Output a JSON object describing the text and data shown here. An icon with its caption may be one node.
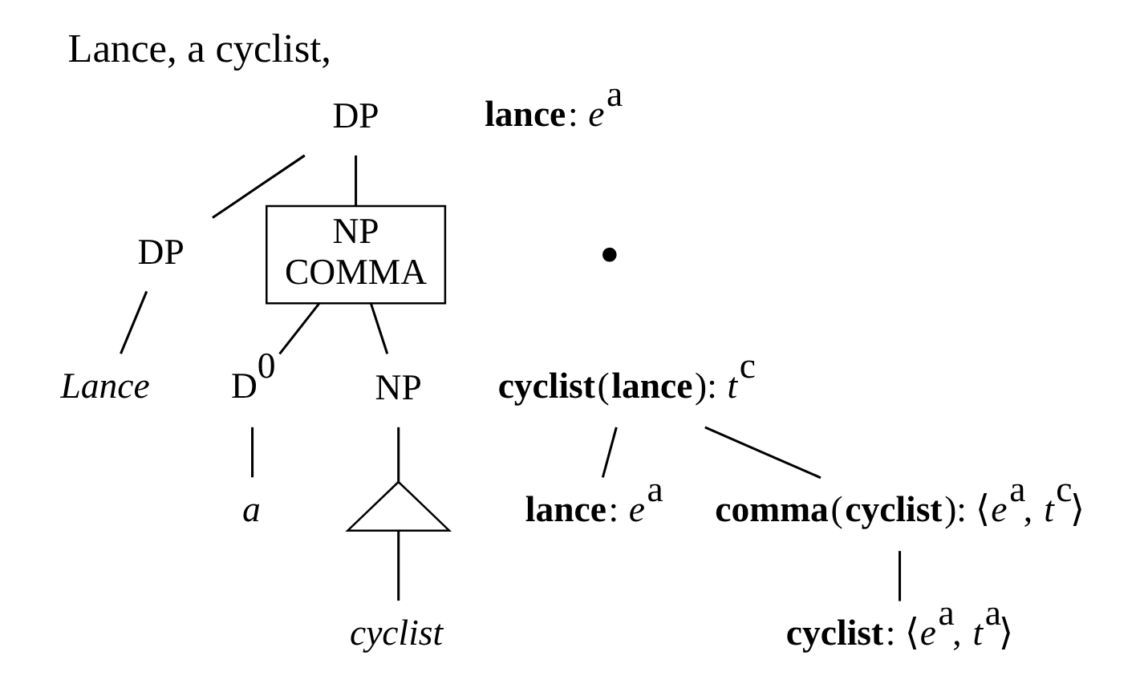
{
  "diagram": {
    "title": "Lance, a cyclist,",
    "nodes": [
      {
        "text": [
          "DP"
        ]
      },
      {
        "text": [
          "DP"
        ]
      },
      {
        "text": [
          "Lance"
        ]
      },
      {
        "text": [
          "NP",
          "COMMA"
        ]
      },
      {
        "text": [
          "D$^{0}$"
        ]
      },
      {
        "text": [
          "NP"
        ]
      },
      {
        "text": [],
        "shape": "triangle"
      },
      {
        "text": [
          "a"
        ]
      },
      {
        "text": [
          "cyclist"
        ]
      },
      {
        "text": [
          "**lance**: *e*$^{a}$"
        ]
      },
      {
        "text": [],
        "shape": "dot"
      },
      {
        "text": [
          "**cyclist**(**lance**): *t*$^{c}$"
        ]
      },
      {
        "text": [
          "**lance**: *e*$^{a}$"
        ]
      },
      {
        "text": [
          "**comma**(**cyclist**): ⟨*e*$^{a}$, *t*$^{c}$⟩"
        ]
      },
      {
        "text": [
          "**cyclist**: ⟨*e*$^{a}$, *t*$^{a}$⟩"
        ]
      }
    ],
    "edges": [
      {
        "from": 0,
        "to": 1,
        "arrow": "none"
      },
      {
        "from": 0,
        "to": 3,
        "arrow": "none"
      },
      {
        "from": 1,
        "to": 2,
        "arrow": "none"
      },
      {
        "from": 3,
        "to": 4,
        "arrow": "none"
      },
      {
        "from": 3,
        "to": 5,
        "arrow": "none"
      },
      {
        "from": 4,
        "to": 7,
        "arrow": "none"
      },
      {
        "from": 5,
        "to": 6,
        "arrow": "none"
      },
      {
        "from": 6,
        "to": 8,
        "arrow": "none"
      },
      {
        "from": 11,
        "to": 12,
        "arrow": "none"
      },
      {
        "from": 11,
        "to": 13,
        "arrow": "none"
      },
      {
        "from": 13,
        "to": 14,
        "arrow": "none"
      }
    ]
  }
}
